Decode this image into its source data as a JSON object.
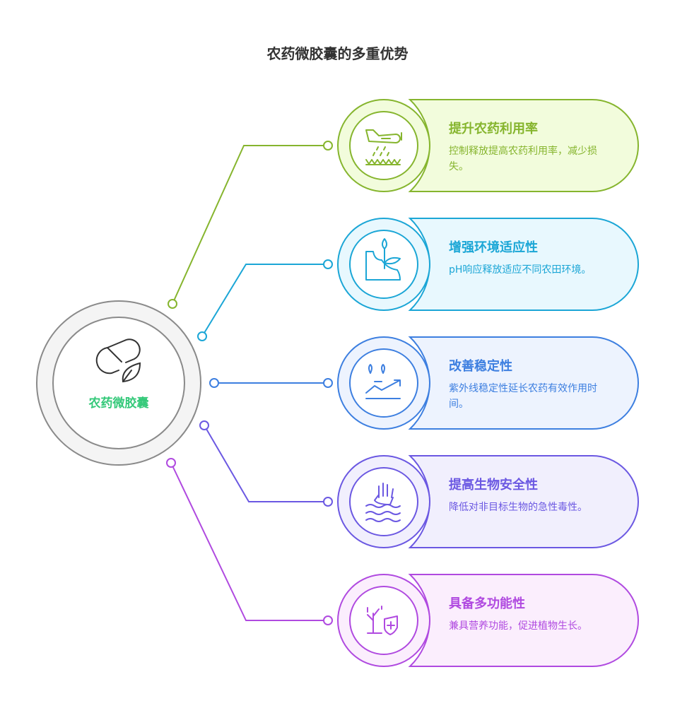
{
  "title": "农药微胶囊的多重优势",
  "center": {
    "label": "农药微胶囊",
    "icon": "capsule-leaf-icon",
    "color": "#35c97a"
  },
  "cards": [
    {
      "title": "提升农药利用率",
      "desc": "控制释放提高农药利用率，减少损失。",
      "icon": "crop-duster-plane-icon",
      "color": "#86b52e",
      "fill": "#f2fcdc"
    },
    {
      "title": "增强环境适应性",
      "desc": "pH响应释放适应不同农田环境。",
      "icon": "plant-hill-icon",
      "color": "#1ba6d6",
      "fill": "#e8f8fe"
    },
    {
      "title": "改善稳定性",
      "desc": "紫外线稳定性延长农药有效作用时间。",
      "icon": "drops-trend-icon",
      "color": "#3d7fe0",
      "fill": "#edf3fe"
    },
    {
      "title": "提高生物安全性",
      "desc": "降低对非目标生物的急性毒性。",
      "icon": "hand-water-icon",
      "color": "#6b58e2",
      "fill": "#f1effd"
    },
    {
      "title": "具备多功能性",
      "desc": "兼具营养功能，促进植物生长。",
      "icon": "plant-shield-icon",
      "color": "#b04ae0",
      "fill": "#fbeefd"
    }
  ]
}
